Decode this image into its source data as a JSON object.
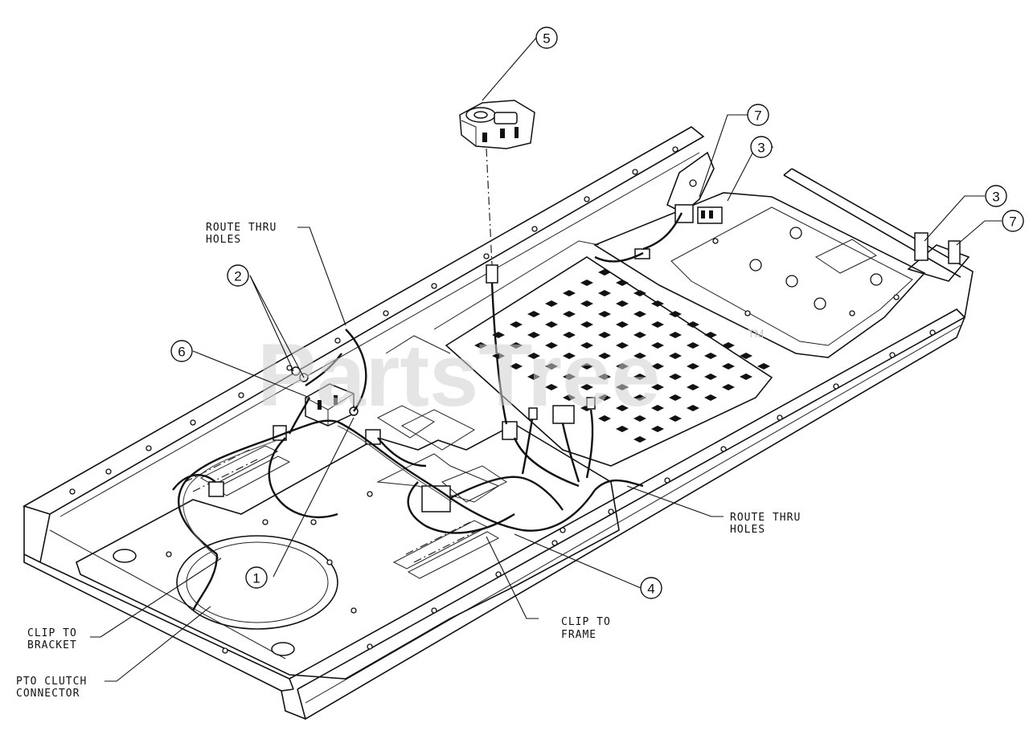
{
  "watermark": {
    "text": "PartsTree",
    "tm": "TM"
  },
  "callouts": [
    {
      "id": "callout-1",
      "label": "1"
    },
    {
      "id": "callout-2",
      "label": "2"
    },
    {
      "id": "callout-3a",
      "label": "3"
    },
    {
      "id": "callout-3b",
      "label": "3"
    },
    {
      "id": "callout-4",
      "label": "4"
    },
    {
      "id": "callout-5",
      "label": "5"
    },
    {
      "id": "callout-6",
      "label": "6"
    },
    {
      "id": "callout-7a",
      "label": "7"
    },
    {
      "id": "callout-7b",
      "label": "7"
    }
  ],
  "notes": {
    "route_thru_holes_top": [
      "ROUTE THRU",
      "HOLES"
    ],
    "route_thru_holes_right": [
      "ROUTE THRU",
      "HOLES"
    ],
    "clip_to_frame": [
      "CLIP TO",
      "FRAME"
    ],
    "clip_to_bracket": [
      "CLIP TO",
      "BRACKET"
    ],
    "pto_clutch_connector": [
      "PTO CLUTCH",
      "CONNECTOR"
    ]
  }
}
